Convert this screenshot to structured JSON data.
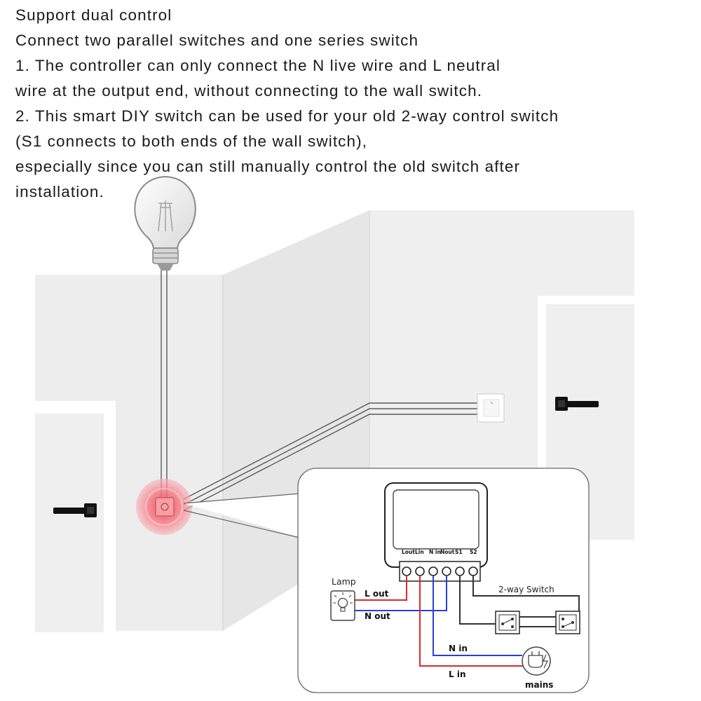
{
  "intro": {
    "lines": [
      "Support dual control",
      "Connect two parallel switches and one series switch",
      "1. The controller can only connect the N live wire and L neutral",
      "wire at the output end, without connecting to the wall switch.",
      "2. This smart DIY switch can be used for your old 2-way control switch",
      " (S1 connects to both ends of the wall switch),",
      "especially since you can still manually control the old switch after",
      "installation."
    ]
  },
  "wiring": {
    "terminals": {
      "lout": "Lout",
      "lin": "Lin",
      "nin": "N in",
      "nout": "Nout",
      "s1": "S1",
      "s2": "S2"
    },
    "lamp_label": "Lamp",
    "l_out": "L out",
    "n_out": "N out",
    "two_way": "2-way Switch",
    "n_in": "N in",
    "l_in": "L in",
    "mains": "mains"
  },
  "colors": {
    "live_wire": "#d62b2b",
    "neutral_wire": "#2a3fd6",
    "switch_wire": "#333333",
    "highlight": "#f0606b"
  }
}
